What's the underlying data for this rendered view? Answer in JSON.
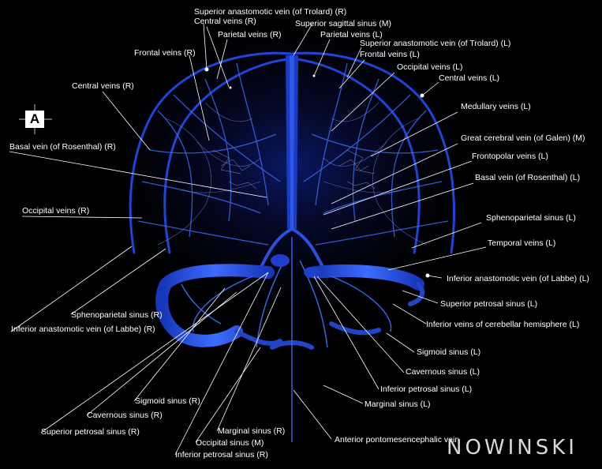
{
  "view_marker": "A",
  "logo_text": "NOWINSKI",
  "labels": [
    "Superior anastomotic vein (of Trolard) (R)",
    "Central veins (R)",
    "Superior sagittal sinus (M)",
    "Parietal veins (R)",
    "Parietal veins (L)",
    "Superior anastomotic vein (of Trolard) (L)",
    "Frontal veins (R)",
    "Frontal veins (L)",
    "Occipital veins (L)",
    "Central veins (L)",
    "Central veins (R)",
    "Medullary veins (L)",
    "Great cerebral vein (of Galen) (M)",
    "Basal vein (of Rosenthal) (R)",
    "Frontopolar veins (L)",
    "Basal vein (of Rosenthal) (L)",
    "Occipital veins (R)",
    "Sphenoparietal sinus (L)",
    "Temporal veins (L)",
    "Inferior anastomotic vein (of Labbe) (L)",
    "Superior petrosal sinus (L)",
    "Sphenoparietal sinus (R)",
    "Inferior veins of cerebellar hemisphere (L)",
    "Inferior anastomotic vein (of Labbe) (R)",
    "Sigmoid sinus (L)",
    "Cavernous sinus (L)",
    "Inferior petrosal sinus (L)",
    "Sigmoid sinus (R)",
    "Marginal sinus (L)",
    "Cavernous sinus (R)",
    "Superior petrosal sinus (R)",
    "Marginal sinus (R)",
    "Anterior pontomesencephalic vein",
    "Occipital sinus (M)",
    "Inferior petrosal sinus (R)"
  ],
  "colors": {
    "vein_dark": "#0b1f8a",
    "vein_mid": "#1f45d6",
    "vein_light": "#5a8bff",
    "label": "#ffffff"
  }
}
